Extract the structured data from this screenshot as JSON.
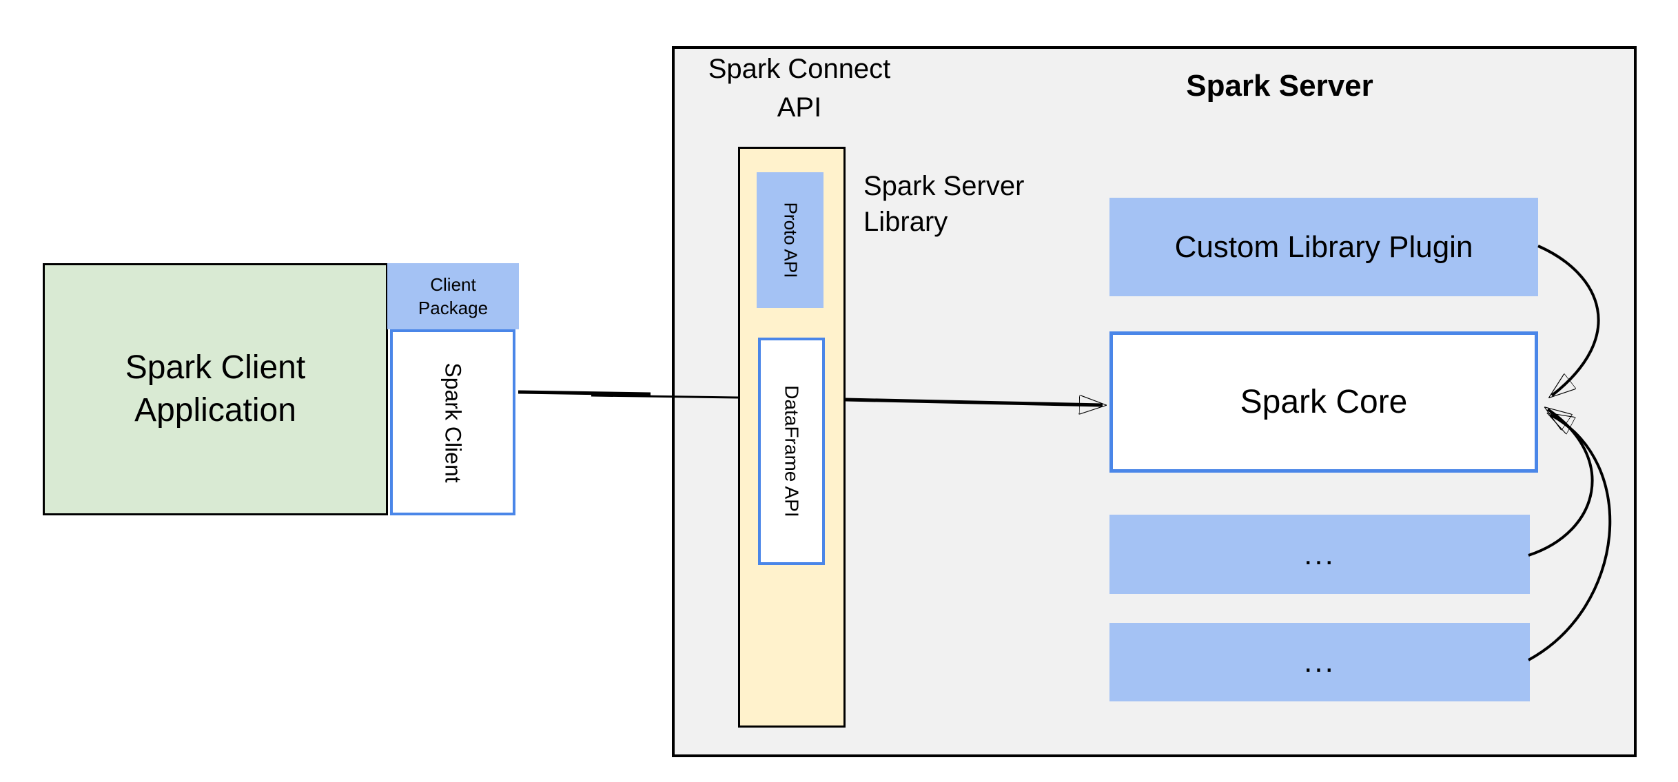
{
  "client_application": {
    "line1": "Spark Client",
    "line2": "Application"
  },
  "client_package": {
    "line1": "Client",
    "line2": "Package"
  },
  "spark_client": {
    "label": "Spark Client"
  },
  "spark_connect_api": {
    "line1": "Spark Connect",
    "line2": "API"
  },
  "proto_api": {
    "label": "Proto API"
  },
  "dataframe_api": {
    "label": "DataFrame API"
  },
  "spark_server_library": {
    "line1": "Spark Server",
    "line2": "Library"
  },
  "spark_server": {
    "title": "Spark Server"
  },
  "custom_library_plugin": {
    "label": "Custom Library Plugin"
  },
  "spark_core": {
    "label": "Spark Core"
  },
  "ellipsis_boxes": [
    {
      "label": "..."
    },
    {
      "label": "..."
    }
  ],
  "colors": {
    "background": "#ffffff",
    "server_panel_fill": "#f1f1f1",
    "green_fill": "#d9ead3",
    "blue_fill": "#a4c2f4",
    "yellow_fill": "#fff2cc",
    "white_fill": "#ffffff",
    "blue_border": "#4a86e8",
    "black_border": "#000000",
    "arrow_color": "#000000"
  }
}
